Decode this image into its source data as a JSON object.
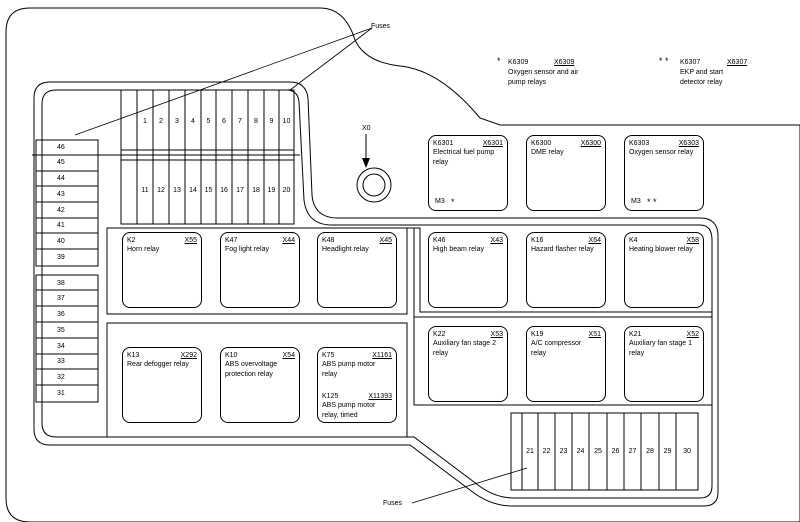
{
  "labels": {
    "fuses_top": "Fuses",
    "fuses_bottom": "Fuses",
    "x0": "X0"
  },
  "legend": {
    "single_star": "*",
    "double_star": "* *",
    "k6309": {
      "code": "K6309",
      "conn": "X6309",
      "desc": "Oxygen sensor and air pump relays"
    },
    "k6307": {
      "code": "K6307",
      "conn": "X6307",
      "desc": "EKP and start detector relay"
    }
  },
  "top_fuses_upper": [
    "1",
    "2",
    "3",
    "4",
    "5",
    "6",
    "7",
    "8",
    "9",
    "10"
  ],
  "top_fuses_lower": [
    "11",
    "12",
    "13",
    "14",
    "15",
    "16",
    "17",
    "18",
    "19",
    "20"
  ],
  "left_fuses_upper": [
    "46",
    "45",
    "44",
    "43",
    "42",
    "41",
    "40",
    "39"
  ],
  "left_fuses_lower": [
    "38",
    "37",
    "36",
    "35",
    "34",
    "33",
    "32",
    "31"
  ],
  "bottom_fuses": [
    "21",
    "22",
    "23",
    "24",
    "25",
    "26",
    "27",
    "28",
    "29",
    "30"
  ],
  "relays": {
    "k6301": {
      "code": "K6301",
      "conn": "X6301",
      "desc": "Electrical fuel pump relay",
      "mark": "M3",
      "star": "*"
    },
    "k6300": {
      "code": "K6300",
      "conn": "X6300",
      "desc": "DME relay"
    },
    "k6303": {
      "code": "K6303",
      "conn": "X6303",
      "desc": "Oxygen sensor relay",
      "mark": "M3",
      "star": "* *"
    },
    "k2": {
      "code": "K2",
      "conn": "X55",
      "desc": "Horn relay"
    },
    "k47": {
      "code": "K47",
      "conn": "X44",
      "desc": "Fog light relay"
    },
    "k48": {
      "code": "K48",
      "conn": "X45",
      "desc": "Headlight relay"
    },
    "k46": {
      "code": "K46",
      "conn": "X43",
      "desc": "High beam relay"
    },
    "k16": {
      "code": "K16",
      "conn": "X64",
      "desc": "Hazard flasher relay"
    },
    "k4": {
      "code": "K4",
      "conn": "X58",
      "desc": "Heating blower relay"
    },
    "k13": {
      "code": "K13",
      "conn": "X292",
      "desc": "Rear defogger relay"
    },
    "k10": {
      "code": "K10",
      "conn": "X54",
      "desc": "ABS overvoltage protection relay"
    },
    "k75": {
      "code": "K75",
      "conn": "X1161",
      "desc": "ABS pump motor relay",
      "code2": "K125",
      "conn2": "X11393",
      "desc2": "ABS pump motor relay, timed"
    },
    "k22": {
      "code": "K22",
      "conn": "X53",
      "desc": "Auxiliary fan stage 2 relay"
    },
    "k19": {
      "code": "K19",
      "conn": "X51",
      "desc": "A/C compressor relay"
    },
    "k21": {
      "code": "K21",
      "conn": "X52",
      "desc": "Auxiliary fan stage 1 relay"
    }
  }
}
